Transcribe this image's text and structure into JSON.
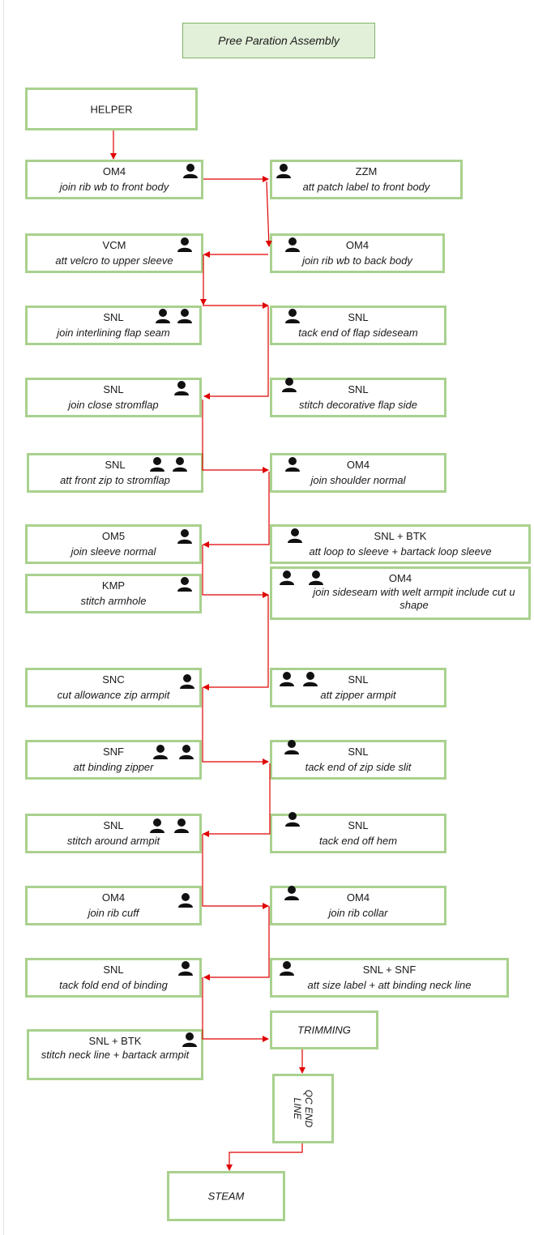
{
  "title": "Pree Paration Assembly",
  "helper": "HELPER",
  "left": [
    {
      "code": "OM4",
      "task": "join rib wb to front body"
    },
    {
      "code": "VCM",
      "task": "att velcro to upper sleeve"
    },
    {
      "code": "SNL",
      "task": "join interlining flap seam"
    },
    {
      "code": "SNL",
      "task": "join close stromflap"
    },
    {
      "code": "SNL",
      "task": "att front zip to stromflap"
    },
    {
      "code": "OM5",
      "task": "join sleeve normal"
    },
    {
      "code": "KMP",
      "task": "stitch armhole"
    },
    {
      "code": "SNC",
      "task": "cut allowance zip armpit"
    },
    {
      "code": "SNF",
      "task": "att binding zipper"
    },
    {
      "code": "SNL",
      "task": "stitch around armpit"
    },
    {
      "code": "OM4",
      "task": "join rib cuff"
    },
    {
      "code": "SNL",
      "task": "tack fold end of binding"
    },
    {
      "code": "SNL + BTK",
      "task": "stitch neck line + bartack armpit"
    }
  ],
  "right": [
    {
      "code": "ZZM",
      "task": "att patch label to front body"
    },
    {
      "code": "OM4",
      "task": "join rib wb to back body"
    },
    {
      "code": "SNL",
      "task": "tack end of flap sideseam"
    },
    {
      "code": "SNL",
      "task": "stitch decorative flap side"
    },
    {
      "code": "OM4",
      "task": "join shoulder normal"
    },
    {
      "code": "SNL + BTK",
      "task": "att loop to sleeve + bartack loop sleeve"
    },
    {
      "code": "OM4",
      "task": "join sideseam with welt armpit include cut u shape"
    },
    {
      "code": "SNL",
      "task": "att zipper armpit"
    },
    {
      "code": "SNL",
      "task": "tack end of zip side slit"
    },
    {
      "code": "SNL",
      "task": "tack end off hem"
    },
    {
      "code": "OM4",
      "task": "join rib collar"
    },
    {
      "code": "SNL + SNF",
      "task": "att size label + att binding neck line"
    }
  ],
  "trimming": "TRIMMING",
  "qc": "QC END LINE",
  "steam": "STEAM",
  "icons": {
    "operator": "person-icon",
    "colors": {
      "border": "#a9d18e",
      "arrow": "#e00000",
      "title_fill": "#e2efd9"
    }
  }
}
